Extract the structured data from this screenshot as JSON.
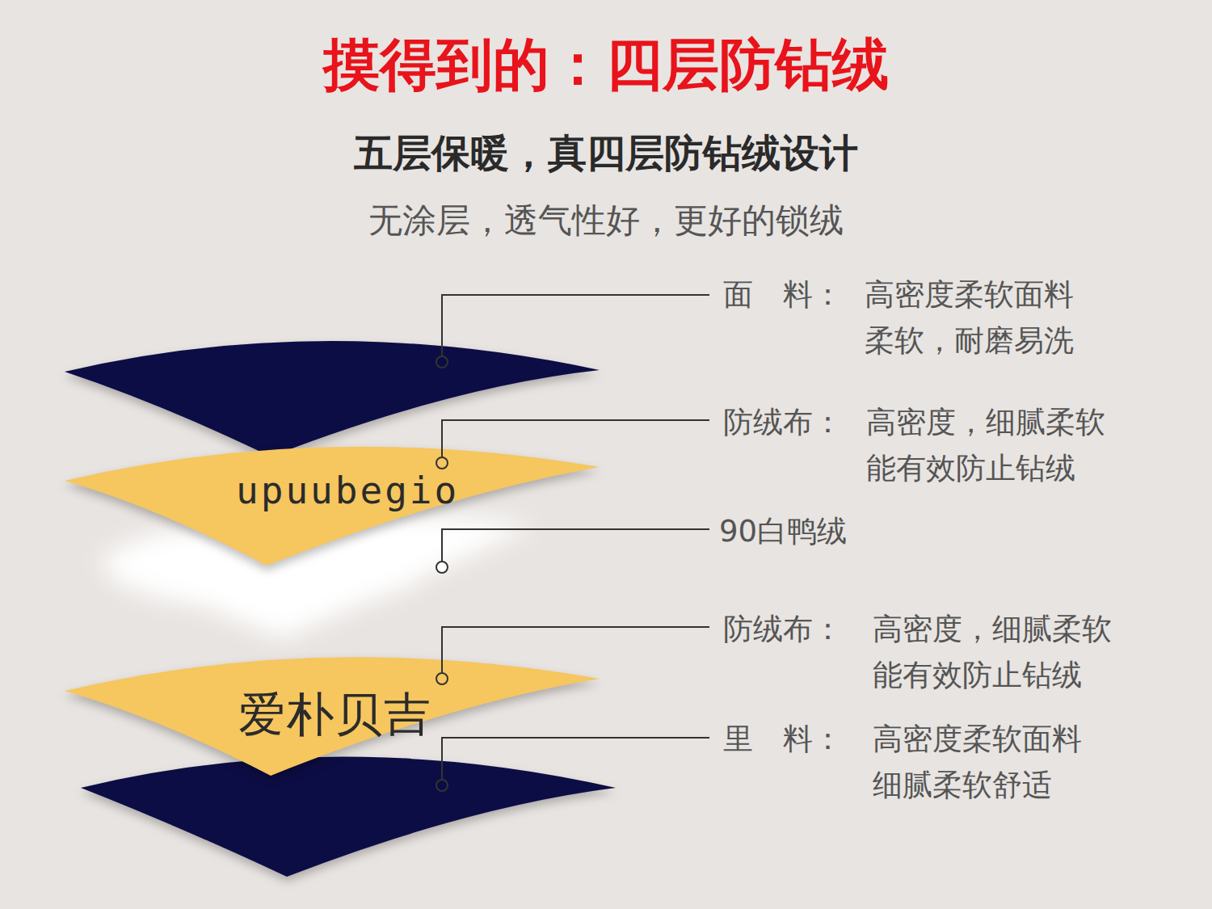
{
  "diagram": {
    "title": "摸得到的：四层防钻绒",
    "nodes": [
      {
        "text": [
          "upuubegio"
        ]
      },
      {
        "text": [
          "爱朴贝吉"
        ]
      }
    ],
    "labels": [
      "五层保暖，真四层防钻绒设计",
      "无涂层，透气性好，更好的锁绒",
      "面　料：",
      "高密度柔软面料 柔软，耐磨易洗",
      "防绒布：",
      "高密度，细腻柔软 能有效防止钻绒",
      "90白鸭绒",
      "防绒布：",
      "高密度，细腻柔软 能有效防止钻绒",
      "里　料：",
      "高密度柔软面料 细腻柔软舒适"
    ]
  }
}
